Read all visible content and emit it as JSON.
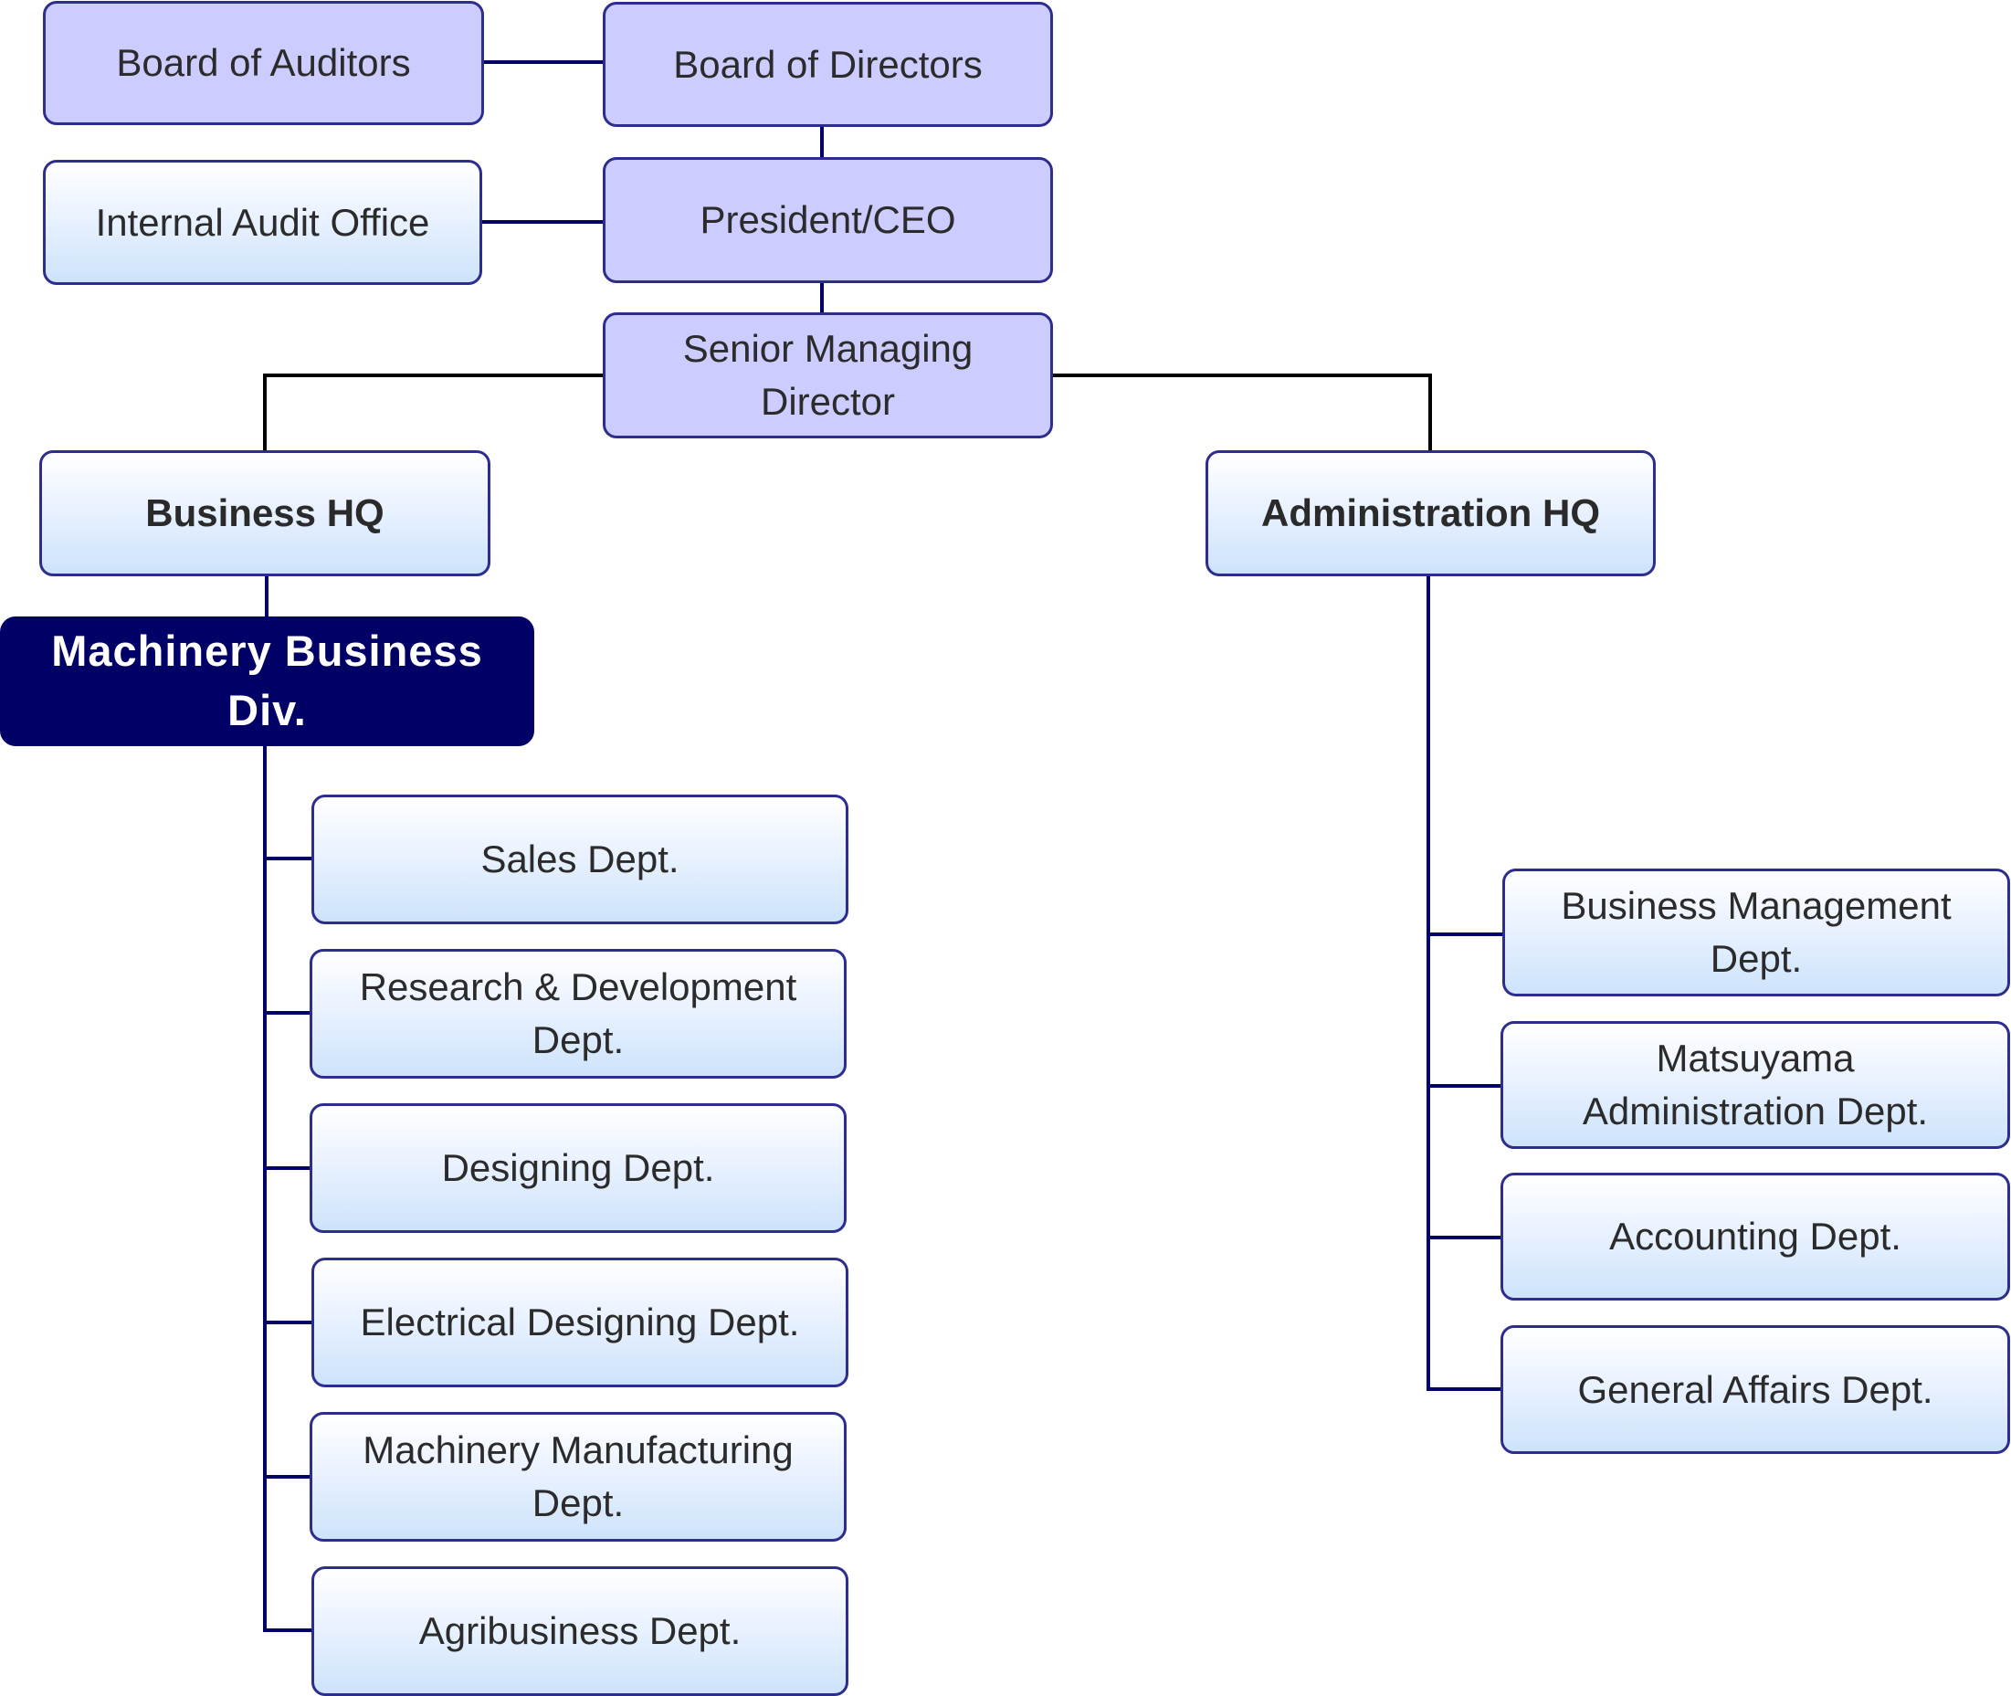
{
  "boxes": {
    "board_of_auditors": "Board of Auditors",
    "board_of_directors": "Board of Directors",
    "internal_audit_office": "Internal Audit Office",
    "president_ceo": "President/CEO",
    "senior_managing_director": "Senior Managing Director",
    "business_hq": "Business HQ",
    "administration_hq": "Administration HQ",
    "machinery_business_div": "Machinery Business Div.",
    "sales_dept": "Sales Dept.",
    "rd_dept": "Research & Development Dept.",
    "designing_dept": "Designing Dept.",
    "electrical_designing_dept": "Electrical Designing Dept.",
    "machinery_manufacturing_dept": "Machinery Manufacturing\nDept.",
    "agribusiness_dept": "Agribusiness Dept.",
    "business_management_dept": "Business Management\nDept.",
    "matsuyama_administration_dept": "Matsuyama\nAdministration Dept.",
    "accounting_dept": "Accounting Dept.",
    "general_affairs_dept": "General Affairs Dept."
  },
  "colors": {
    "executive_fill": "#ccccff",
    "division_fill": "#000066",
    "box_border": "#2d2d8f",
    "connector_navy": "#000066",
    "connector_black": "#000000"
  }
}
